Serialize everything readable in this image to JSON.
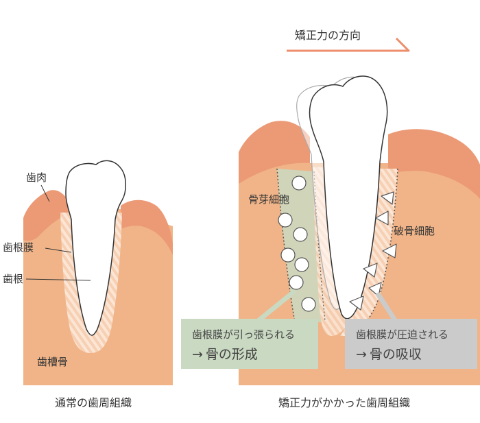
{
  "labels": {
    "force_direction": "矯正力の方向",
    "gum": "歯肉",
    "pdl": "歯根膜",
    "root": "歯根",
    "alveolar_bone": "歯槽骨",
    "osteoblast": "骨芽細胞",
    "osteoclast": "破骨細胞"
  },
  "captions": {
    "normal": "通常の歯周組織",
    "orthodontic": "矯正力がかかった歯周組織"
  },
  "callouts": {
    "tension": {
      "line1": "歯根膜が引っ張られる",
      "arrow": "→",
      "line2": "骨の形成"
    },
    "compression": {
      "line1": "歯根膜が圧迫される",
      "arrow": "→",
      "line2": "骨の吸収"
    }
  },
  "colors": {
    "bone": "#f0b488",
    "gum": "#ec9a76",
    "pdl": "#f7d2b6",
    "tooth_stroke": "#333333",
    "tension_box": "#cad9c2",
    "compression_box": "#cbcbcb",
    "arrow": "#ec8d6b"
  }
}
